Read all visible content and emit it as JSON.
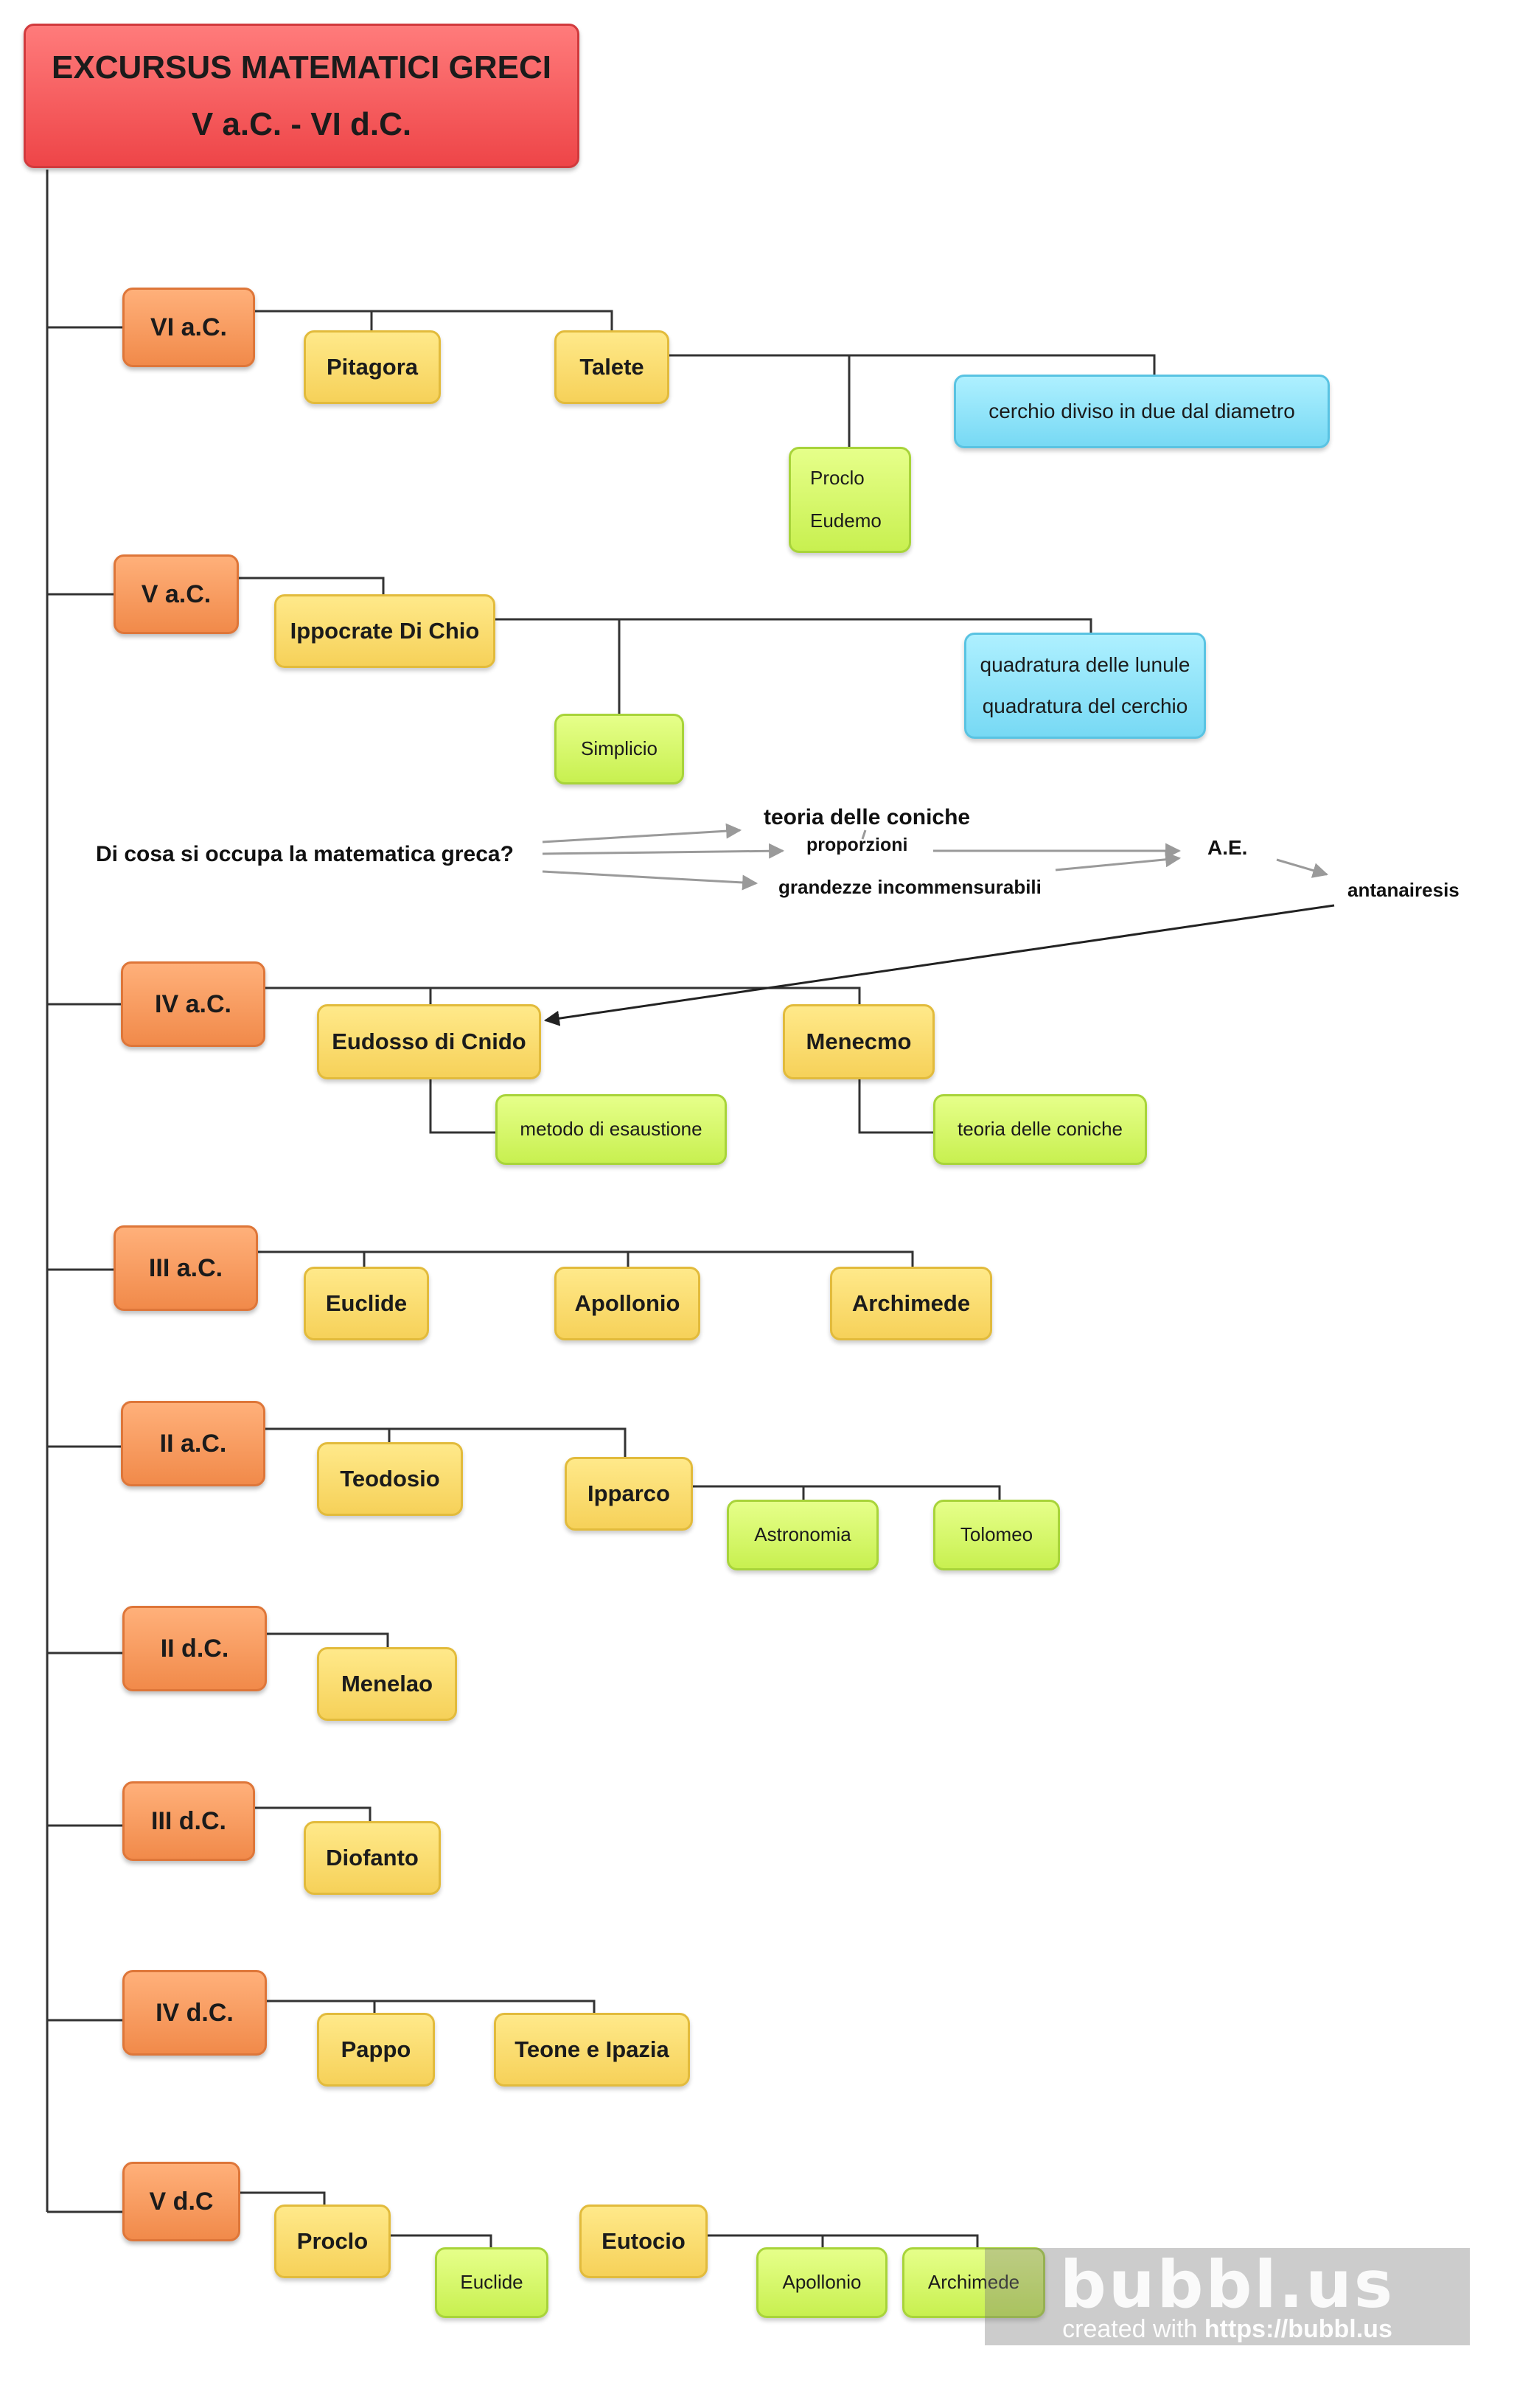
{
  "title": {
    "line1": "EXCURSUS MATEMATICI GRECI",
    "line2": "V a.C. - VI d.C."
  },
  "centuries": {
    "vi_ac": "VI a.C.",
    "v_ac": "V a.C.",
    "iv_ac": "IV  a.C.",
    "iii_ac": "III a.C.",
    "ii_ac": "II a.C.",
    "ii_dc": "II d.C.",
    "iii_dc": "III d.C.",
    "iv_dc": "IV d.C.",
    "v_dc": "V d.C"
  },
  "people": {
    "pitagora": "Pitagora",
    "talete": "Talete",
    "ippocrate": "Ippocrate Di Chio",
    "eudosso": "Eudosso di Cnido",
    "menecmo": "Menecmo",
    "euclide": "Euclide",
    "apollonio": "Apollonio",
    "archimede": "Archimede",
    "teodosio": "Teodosio",
    "ipparco": "Ipparco",
    "menelao": "Menelao",
    "diofanto": "Diofanto",
    "pappo": "Pappo",
    "teone": "Teone e Ipazia",
    "proclo": "Proclo",
    "eutocio": "Eutocio"
  },
  "topics": {
    "proclo_eudemo": [
      "Proclo",
      "Eudemo"
    ],
    "simplicio": "Simplicio",
    "esaustione": "metodo di esaustione",
    "coniche": "teoria delle coniche",
    "astronomia": "Astronomia",
    "tolomeo": "Tolomeo",
    "euclide": "Euclide",
    "apollonio": "Apollonio",
    "archimede": "Archimede"
  },
  "facts": {
    "cerchio": "cerchio diviso in due dal diametro",
    "quadratura": [
      "quadratura delle lunule",
      "quadratura del cerchio"
    ]
  },
  "question": {
    "text": "Di cosa si occupa la matematica greca?",
    "coniche": "teoria delle coniche",
    "proporzioni": "proporzioni",
    "grandezze": "grandezze incommensurabili",
    "ae": "A.E.",
    "antanairesis": "antanairesis"
  },
  "watermark": {
    "logo": "bubbl.us",
    "created_prefix": "created with",
    "created_url": "https://bubbl.us"
  },
  "colors": {
    "title": "#ee4548",
    "century": "#f18a4a",
    "person": "#f6d159",
    "topic": "#c8f050",
    "fact": "#77d9f4",
    "line": "#333333",
    "arrow_grey": "#9a9a9a"
  }
}
